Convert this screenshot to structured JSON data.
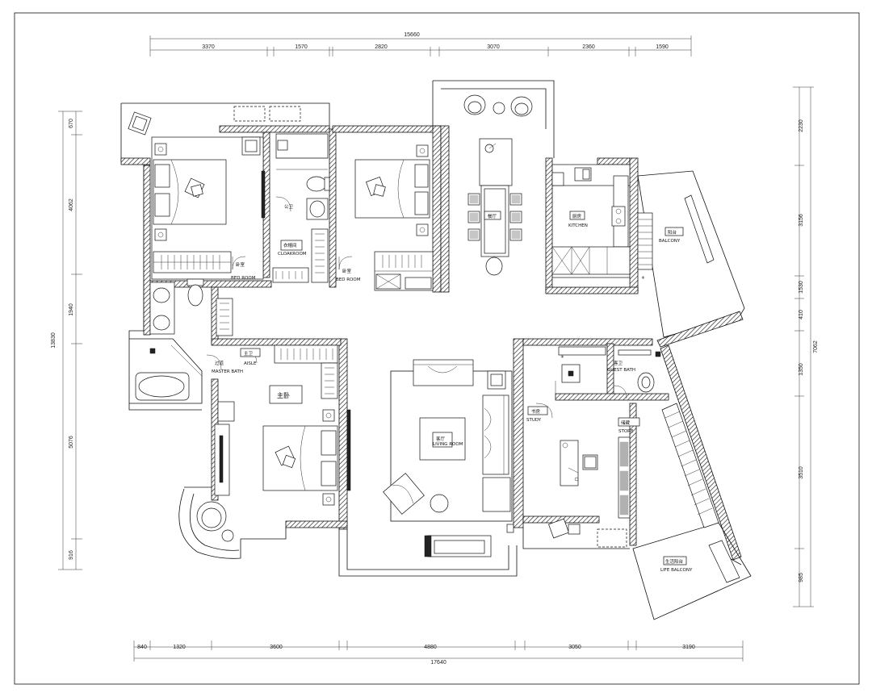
{
  "dimensions": {
    "top": {
      "total": "15660",
      "segments": [
        "3370",
        "1570",
        "2820",
        "3070",
        "2360",
        "1590"
      ]
    },
    "bottom": {
      "total": "17640",
      "segments": [
        "840",
        "1320",
        "3600",
        "4880",
        "3050",
        "3190"
      ]
    },
    "left": {
      "total": "13830",
      "segments": [
        "670",
        "4062",
        "1940",
        "5076",
        "916"
      ]
    },
    "right": {
      "total": "7062",
      "segments": [
        "2230",
        "3156",
        "1530",
        "410",
        "1350",
        "3510",
        "985"
      ]
    }
  },
  "rooms": {
    "dining": "餐厅",
    "kitchen": "厨房",
    "kitchen_sub": "KITCHEN",
    "balcony_top_right": "阳台",
    "balcony_top_right_sub": "BALCONY",
    "cloakroom": "衣帽间",
    "cloakroom_sub": "CLOAKROOM",
    "guest_wc": "公卫",
    "master_bedroom": "主卧",
    "living_room": "客厅",
    "living_room_sub": "LIVING ROOM",
    "guest_bathroom": "客卫",
    "guest_bathroom_sub": "GUEST BATH",
    "study": "书房",
    "study_sub": "STUDY",
    "storage": "储藏",
    "storage_sub": "STORE",
    "life_balcony": "生活阳台",
    "life_balcony_sub": "LIFE BALCONY",
    "master_bath": "主卫",
    "master_bath_sub": "MASTER BATH",
    "bedroom_a": "卧室",
    "bedroom_a_sub": "BED ROOM",
    "bedroom_b": "卧室",
    "bedroom_b_sub": "BED ROOM",
    "corridor": "过道",
    "corridor_sub": "AISLE"
  }
}
